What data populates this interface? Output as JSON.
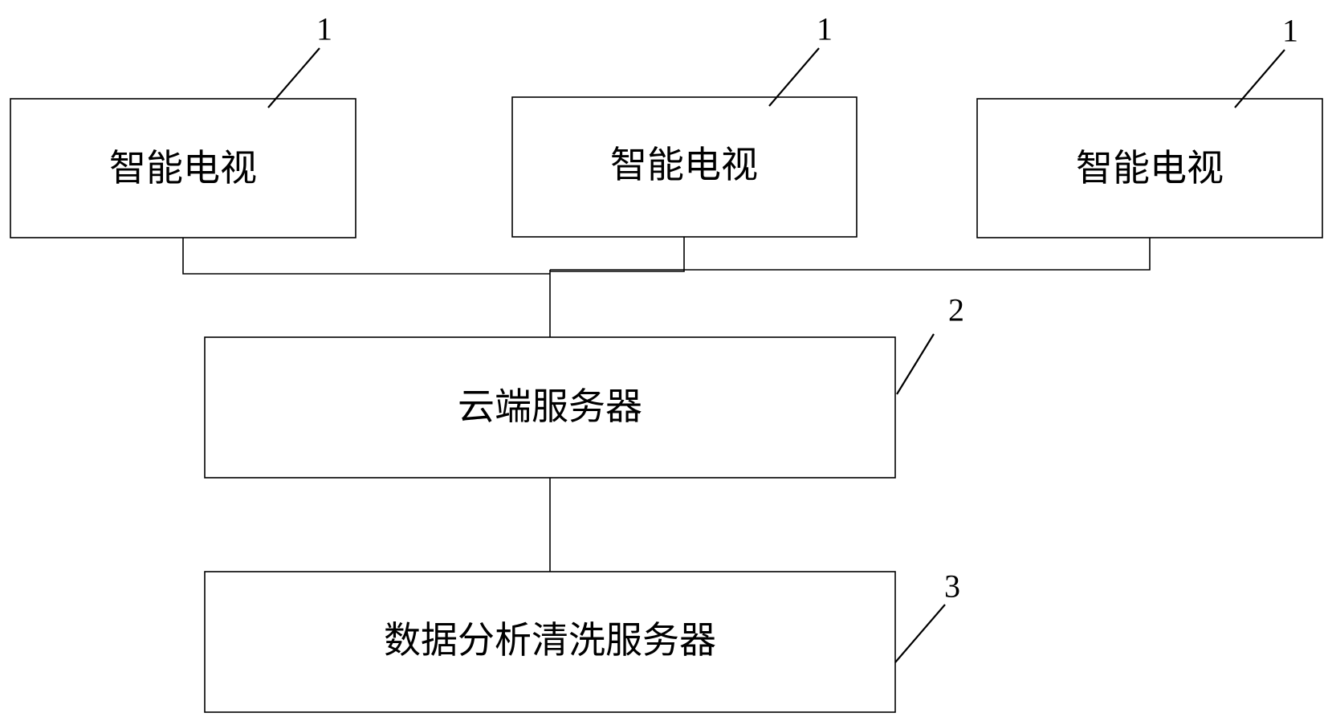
{
  "diagram": {
    "tv_label": "智能电视",
    "cloud_label": "云端服务器",
    "analysis_label": "数据分析清洗服务器",
    "ref_tv": "1",
    "ref_cloud": "2",
    "ref_analysis": "3"
  }
}
